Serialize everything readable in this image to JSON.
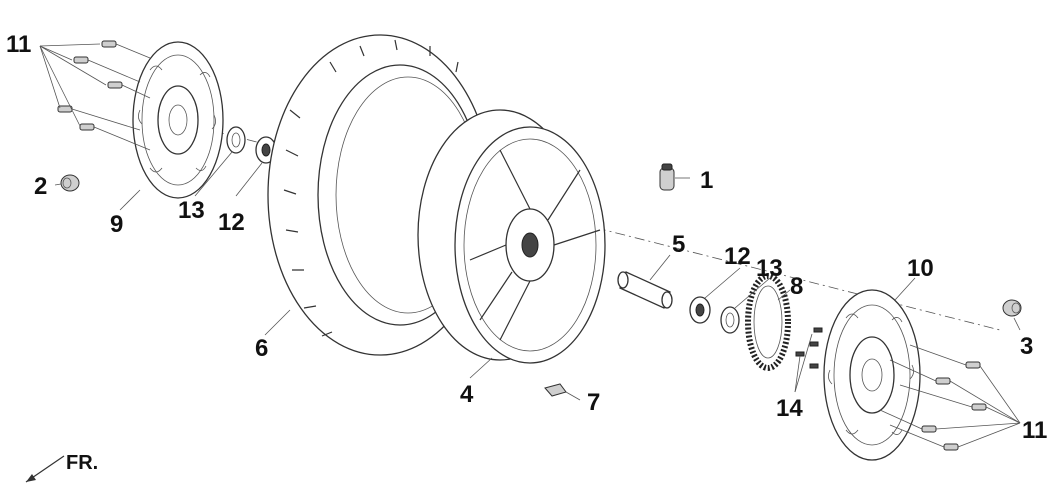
{
  "callouts": [
    {
      "id": "c1",
      "label": "1"
    },
    {
      "id": "c2",
      "label": "2"
    },
    {
      "id": "c3",
      "label": "3"
    },
    {
      "id": "c4",
      "label": "4"
    },
    {
      "id": "c5",
      "label": "5"
    },
    {
      "id": "c6",
      "label": "6"
    },
    {
      "id": "c7",
      "label": "7"
    },
    {
      "id": "c8",
      "label": "8"
    },
    {
      "id": "c9",
      "label": "9"
    },
    {
      "id": "c10",
      "label": "10"
    },
    {
      "id": "c11a",
      "label": "11"
    },
    {
      "id": "c11b",
      "label": "11"
    },
    {
      "id": "c12a",
      "label": "12"
    },
    {
      "id": "c12b",
      "label": "12"
    },
    {
      "id": "c13a",
      "label": "13"
    },
    {
      "id": "c13b",
      "label": "13"
    },
    {
      "id": "c14",
      "label": "14"
    }
  ],
  "direction": {
    "label": "FR."
  }
}
